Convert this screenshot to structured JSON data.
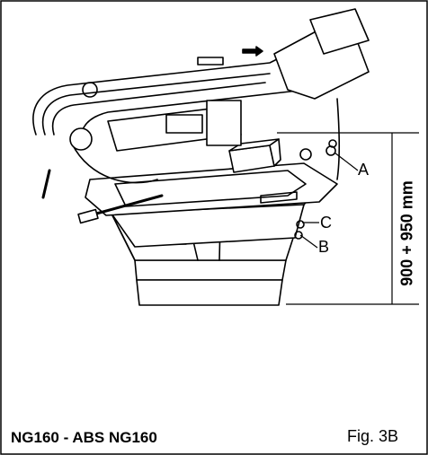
{
  "figure": {
    "model": "NG160 - ABS NG160",
    "figure_number": "Fig.  3B",
    "callouts": {
      "a": "A",
      "b": "B",
      "c": "C"
    },
    "dimension": "900 + 950 mm"
  }
}
